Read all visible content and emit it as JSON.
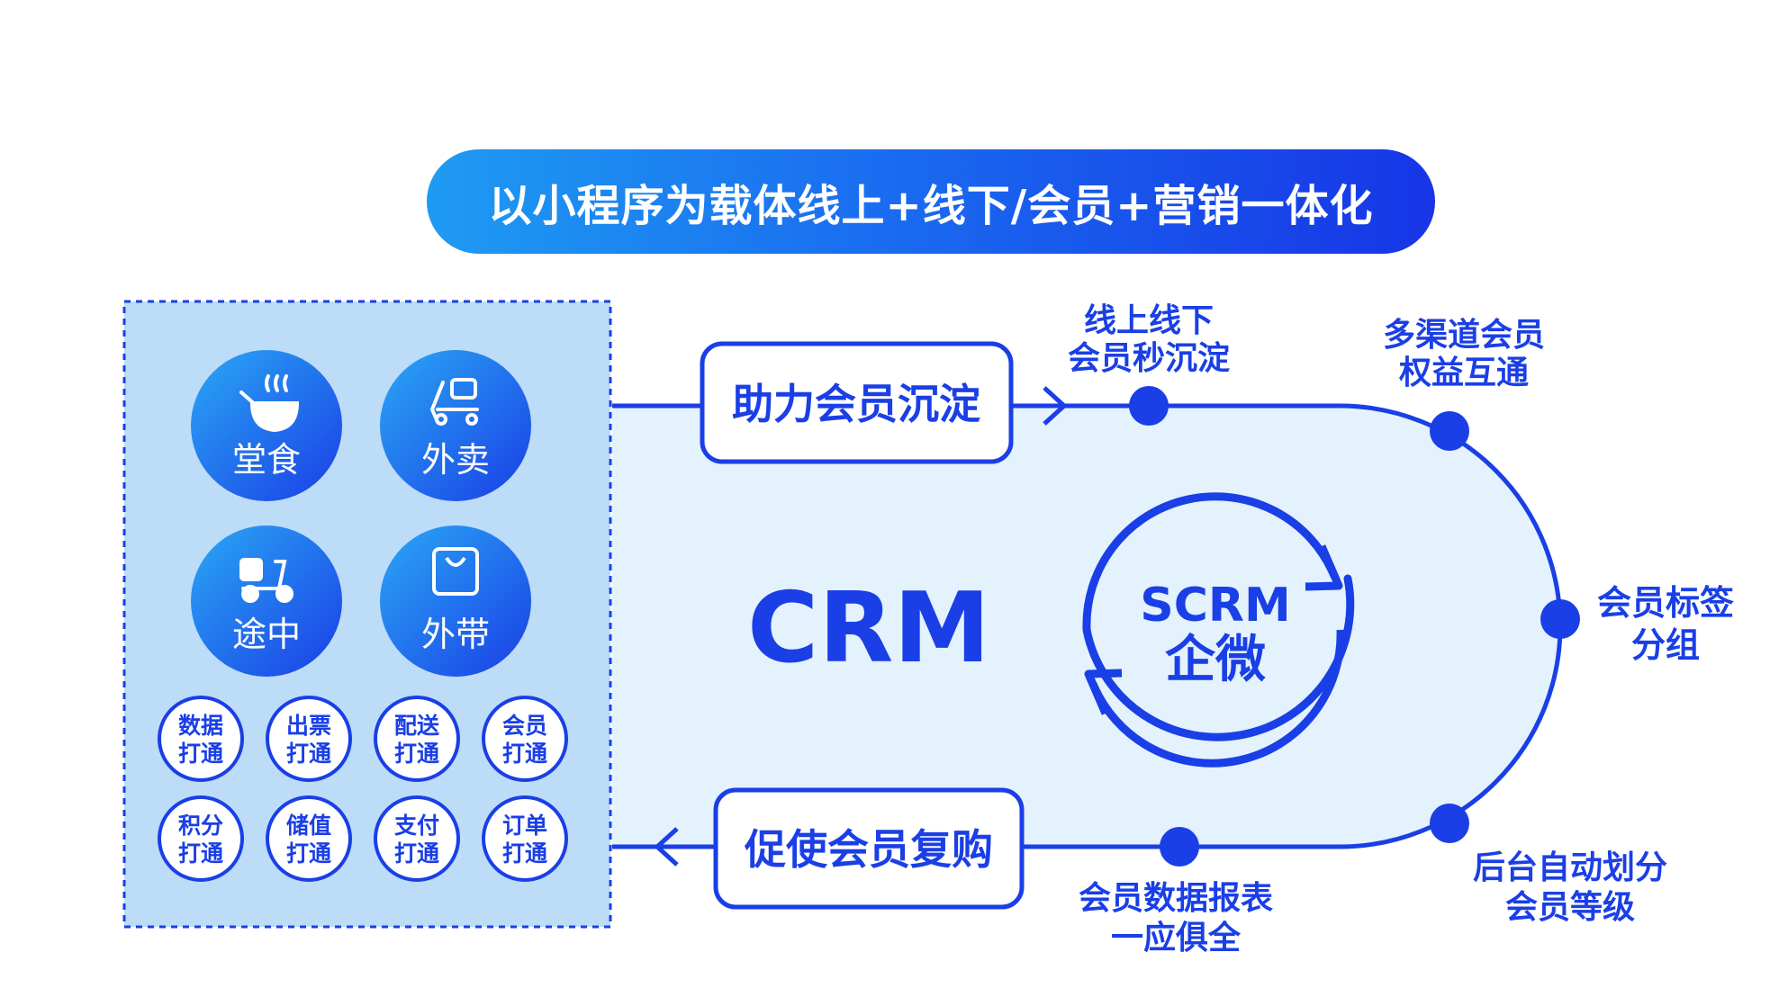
{
  "header": {
    "title": "以小程序为载体线上+线下/会员+营销一体化"
  },
  "channels": [
    {
      "label": "堂食",
      "icon": "bowl-icon"
    },
    {
      "label": "外卖",
      "icon": "delivery-cart-icon"
    },
    {
      "label": "途中",
      "icon": "scooter-icon"
    },
    {
      "label": "外带",
      "icon": "shopping-bag-icon"
    }
  ],
  "integrations": [
    {
      "line1": "数据",
      "line2": "打通"
    },
    {
      "line1": "出票",
      "line2": "打通"
    },
    {
      "line1": "配送",
      "line2": "打通"
    },
    {
      "line1": "会员",
      "line2": "打通"
    },
    {
      "line1": "积分",
      "line2": "打通"
    },
    {
      "line1": "储值",
      "line2": "打通"
    },
    {
      "line1": "支付",
      "line2": "打通"
    },
    {
      "line1": "订单",
      "line2": "打通"
    }
  ],
  "flow": {
    "top_box": "助力会员沉淀",
    "bottom_box": "促使会员复购",
    "crm": "CRM",
    "scrm_line1": "SCRM",
    "scrm_line2": "企微"
  },
  "nodes": [
    {
      "line1": "线上线下",
      "line2": "会员秒沉淀"
    },
    {
      "line1": "多渠道会员",
      "line2": "权益互通"
    },
    {
      "line1": "会员标签",
      "line2": "分组"
    },
    {
      "line1": "后台自动划分",
      "line2": "会员等级"
    },
    {
      "line1": "会员数据报表",
      "line2": "一应俱全"
    }
  ],
  "colors": {
    "primary": "#1a3fe6",
    "panel_fill": "#bcdcf8",
    "loop_fill": "#e3f2fc",
    "title_start": "#1e9bf2",
    "title_end": "#1735e6"
  }
}
